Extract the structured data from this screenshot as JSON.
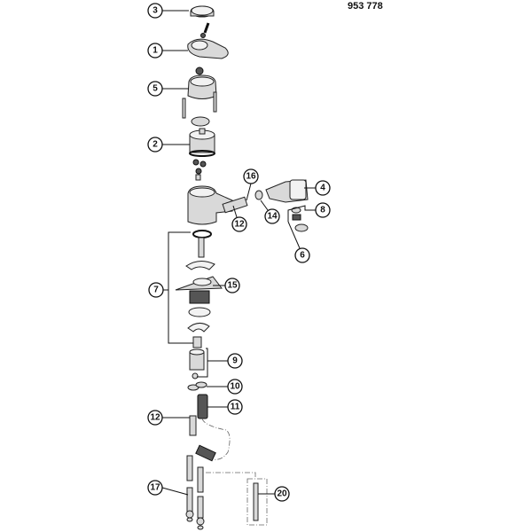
{
  "diagram": {
    "title": "953 778",
    "callouts": {
      "c3": "3",
      "c1": "1",
      "c5": "5",
      "c2": "2",
      "c16": "16",
      "c4": "4",
      "c8": "8",
      "c14": "14",
      "c12a": "12",
      "c6": "6",
      "c7": "7",
      "c15": "15",
      "c9": "9",
      "c10": "10",
      "c11": "11",
      "c12b": "12",
      "c17": "17",
      "c20": "20"
    }
  }
}
